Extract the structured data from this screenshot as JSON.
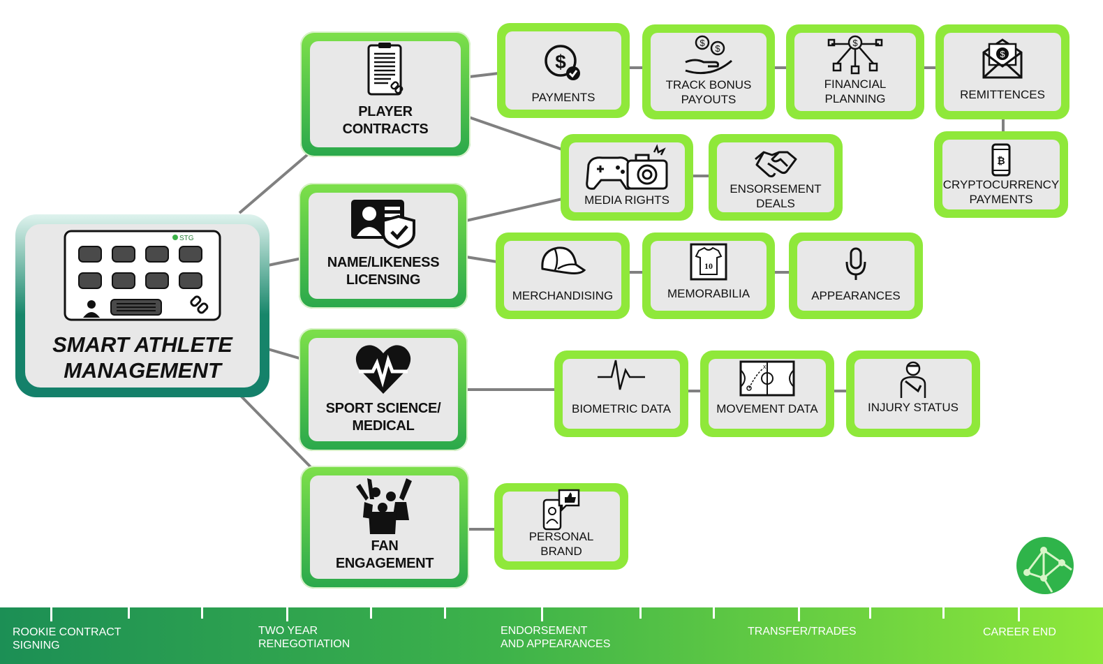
{
  "root": {
    "title": "SMART ATHLETE MANAGEMENT",
    "title_line1": "SMART ATHLETE",
    "title_line2": "MANAGEMENT",
    "logo_text": "STG",
    "icon": "dashboard-app-icon"
  },
  "categories": [
    {
      "id": "player-contracts",
      "line1": "PLAYER",
      "line2": "CONTRACTS",
      "icon": "contract-clipboard-icon"
    },
    {
      "id": "name-likeness",
      "line1": "NAME/LIKENESS",
      "line2": "LICENSING",
      "icon": "id-card-shield-icon"
    },
    {
      "id": "sport-science",
      "line1": "SPORT SCIENCE/",
      "line2": "MEDICAL",
      "icon": "heartbeat-icon"
    },
    {
      "id": "fan-engagement",
      "line1": "FAN",
      "line2": "ENGAGEMENT",
      "icon": "cheering-fans-icon"
    }
  ],
  "leaves": {
    "payments": {
      "line1": "PAYMENTS",
      "icon": "dollar-check-icon"
    },
    "track_bonus": {
      "line1": "TRACK BONUS",
      "line2": "PAYOUTS",
      "icon": "hand-coins-icon"
    },
    "financial_planning": {
      "line1": "FINANCIAL",
      "line2": "PLANNING",
      "icon": "dollar-network-icon"
    },
    "remittences": {
      "line1": "REMITTENCES",
      "icon": "money-envelope-icon"
    },
    "crypto": {
      "line1": "CRYPTOCURRENCY",
      "line2": "PAYMENTS",
      "icon": "bitcoin-phone-icon"
    },
    "media_rights": {
      "line1": "MEDIA RIGHTS",
      "icon": "gamepad-camera-icon"
    },
    "endorsement": {
      "line1": "ENSORSEMENT",
      "line2": "DEALS",
      "icon": "handshake-icon"
    },
    "merchandising": {
      "line1": "MERCHANDISING",
      "icon": "cap-icon"
    },
    "memorabilia": {
      "line1": "MEMORABILIA",
      "jersey_number": "10",
      "icon": "framed-jersey-icon"
    },
    "appearances": {
      "line1": "APPEARANCES",
      "icon": "microphone-icon"
    },
    "biometric": {
      "line1": "BIOMETRIC DATA",
      "icon": "pulse-line-icon"
    },
    "movement": {
      "line1": "MOVEMENT DATA",
      "icon": "court-play-icon"
    },
    "injury": {
      "line1": "INJURY STATUS",
      "icon": "injured-person-icon"
    },
    "personal_brand": {
      "line1": "PERSONAL",
      "line2": "BRAND",
      "icon": "phone-like-icon"
    }
  },
  "timeline": [
    {
      "line1": "ROOKIE CONTRACT",
      "line2": "SIGNING"
    },
    {
      "line1": "TWO YEAR",
      "line2": "RENEGOTIATION"
    },
    {
      "line1": "ENDORSEMENT",
      "line2": "AND APPEARANCES"
    },
    {
      "line1": "TRANSFER/TRADES",
      "line2": ""
    },
    {
      "line1": "CAREER END",
      "line2": ""
    }
  ],
  "colors": {
    "leaf_green": "#8fe83a",
    "category_green": "#3db24a",
    "root_teal": "#17866a",
    "box_fill": "#e8e8e8",
    "connector": "#808080"
  }
}
